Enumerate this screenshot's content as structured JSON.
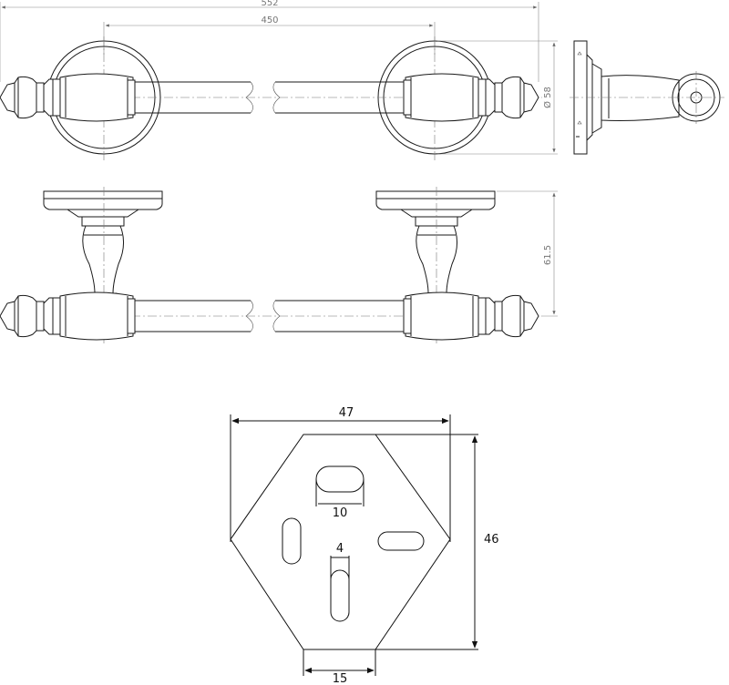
{
  "dimensions": {
    "overall_length": "552",
    "center_distance": "450",
    "rosette_diameter": "Ø 58",
    "projection": "61.5",
    "plate_width": "47",
    "plate_height": "46",
    "slot_width": "10",
    "small_slot_width": "4",
    "bottom_width": "15"
  }
}
